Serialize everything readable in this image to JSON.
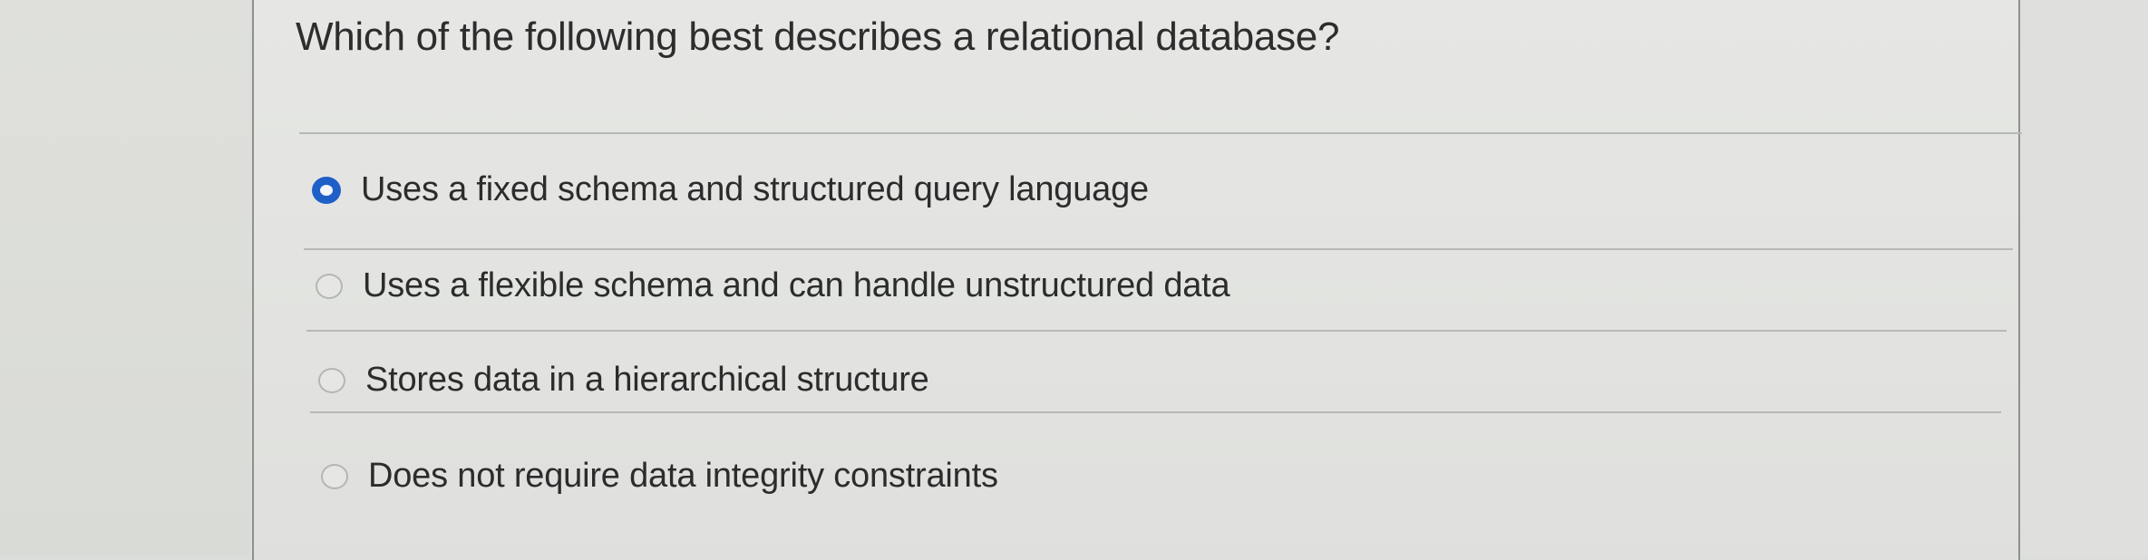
{
  "question": {
    "text": "Which of the following best describes a relational database?"
  },
  "options": [
    {
      "label": "Uses a fixed schema and structured query language",
      "selected": true
    },
    {
      "label": "Uses a flexible schema and can handle unstructured data",
      "selected": false
    },
    {
      "label": "Stores data in a hierarchical structure",
      "selected": false
    },
    {
      "label": "Does not require data integrity constraints",
      "selected": false
    }
  ],
  "colors": {
    "selected_radio": "#1f5fc8",
    "text": "#2b2c2c",
    "divider": "#b7b9b6",
    "background": "#e4e5e2"
  }
}
